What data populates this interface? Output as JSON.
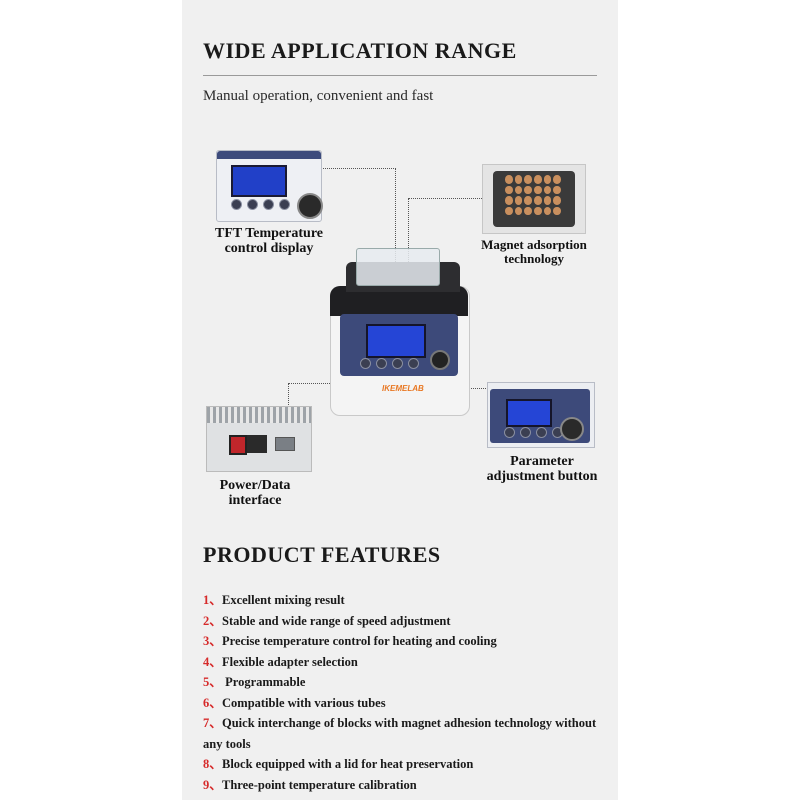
{
  "heading": "WIDE APPLICATION RANGE",
  "subheading": "Manual operation, convenient and fast",
  "callouts": {
    "display": "TFT Temperature\ncontrol display",
    "magnet": "Magnet adsorption\ntechnology",
    "power": "Power/Data\ninterface",
    "parameter": "Parameter\nadjustment button"
  },
  "brand_logo": "IKEMELAB",
  "features_heading": "PRODUCT FEATURES",
  "features": [
    {
      "num": "1、",
      "text": "Excellent mixing result"
    },
    {
      "num": "2、",
      "text": "Stable and wide range of speed adjustment"
    },
    {
      "num": "3、",
      "text": "Precise temperature control for heating and cooling"
    },
    {
      "num": "4、",
      "text": "Flexible adapter selection"
    },
    {
      "num": "5、",
      "text": " Programmable"
    },
    {
      "num": "6、",
      "text": "Compatible with various tubes"
    },
    {
      "num": "7、",
      "text": "Quick interchange of blocks with magnet adhesion technology without any tools"
    },
    {
      "num": "8、",
      "text": "Block equipped with a lid for heat preservation"
    },
    {
      "num": "9、",
      "text": "Three-point temperature calibration"
    }
  ],
  "colors": {
    "panel_bg": "#f0f0f0",
    "number_accent": "#d62a2a",
    "device_blue": "#2545d6",
    "brand_orange": "#e87722"
  }
}
